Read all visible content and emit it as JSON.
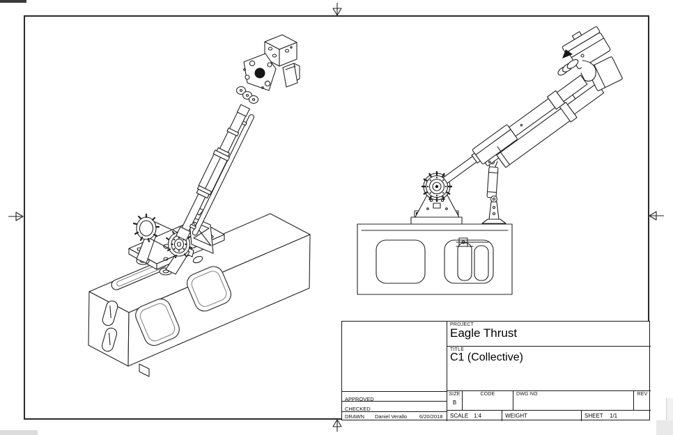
{
  "colors": {
    "paper": "#ffffff",
    "line": "#222222",
    "dark_fill": "#161616",
    "artifact_gray": "#e8e8e8"
  },
  "title_block": {
    "project": {
      "label": "PROJECT",
      "value": "Eagle Thrust"
    },
    "title": {
      "label": "TITLE",
      "value": "C1 (Collective)"
    },
    "approved": {
      "label": "APPROVED"
    },
    "checked": {
      "label": "CHECKED"
    },
    "drawn": {
      "label": "DRAWN",
      "name": "Daniel Verallo",
      "date": "6/20/2018"
    },
    "size": {
      "label": "SIZE",
      "value": "B"
    },
    "code": {
      "label": "CODE"
    },
    "dwg_no": {
      "label": "DWG NO"
    },
    "rev": {
      "label": "REV"
    },
    "scale": {
      "label": "SCALE",
      "value": "1:4"
    },
    "weight": {
      "label": "WEIGHT"
    },
    "sheet": {
      "label": "SHEET",
      "value": "1/1"
    }
  }
}
